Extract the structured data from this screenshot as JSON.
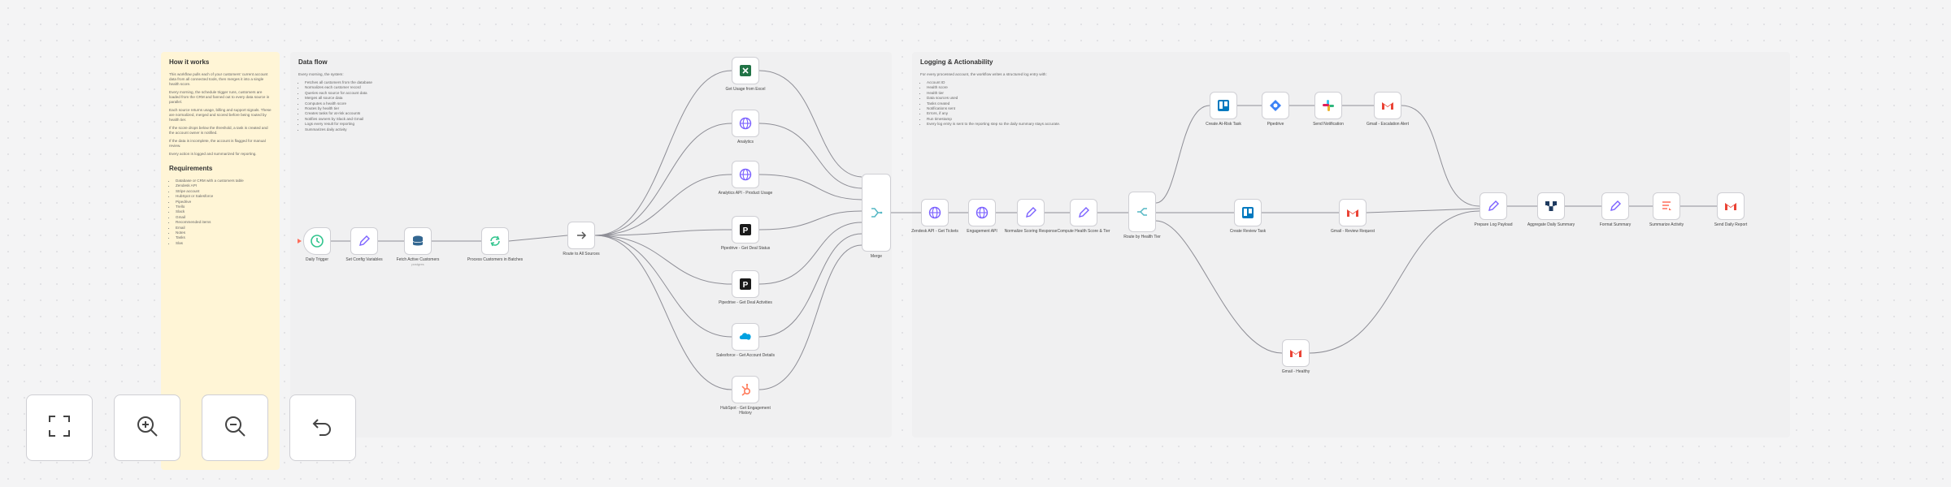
{
  "stickies": {
    "how_it_works": {
      "title": "How it works",
      "paragraphs": [
        "This workflow pulls each of your customers' current account data from all connected tools, then merges it into a single health score.",
        "Every morning, the schedule trigger runs, customers are loaded from the CRM and fanned out to every data source in parallel.",
        "Each source returns usage, billing and support signals. These are normalized, merged and scored before being routed by health tier.",
        "If the score drops below the threshold, a task is created and the account owner is notified.",
        "If the data is incomplete, the account is flagged for manual review.",
        "Every action is logged and summarized for reporting."
      ],
      "requirements_title": "Requirements",
      "requirements": [
        "Database or CRM with a customers table",
        "Zendesk API",
        "Stripe account",
        "HubSpot or Salesforce",
        "Pipedrive",
        "Trello",
        "Slack",
        "Gmail",
        "Recommended items",
        "Email",
        "Notes",
        "Tasks",
        "Slas"
      ]
    },
    "data_flow": {
      "title": "Data flow",
      "intro": "Every morning, the system:",
      "bullets": [
        "Fetches all customers from the database",
        "Normalizes each customer record",
        "Queries each source for account data",
        "Merges all source data",
        "Computes a health score",
        "Routes by health tier",
        "Creates tasks for at-risk accounts",
        "Notifies owners by Slack and Gmail",
        "Logs every result for reporting",
        "Summarizes daily activity"
      ]
    },
    "logging": {
      "title": "Logging & Actionability",
      "intro": "For every processed account, the workflow writes a structured log entry with:",
      "bullets": [
        "Account ID",
        "Health score",
        "Health tier",
        "Data sources used",
        "Tasks created",
        "Notifications sent",
        "Errors, if any",
        "Run timestamp",
        "Every log entry is sent to the reporting step so the daily summary stays accurate."
      ]
    }
  },
  "nodes": [
    {
      "id": "schedule",
      "label": "Daily Trigger",
      "sub": "",
      "icon": "clock-icon"
    },
    {
      "id": "set_config",
      "label": "Set Config Variables",
      "sub": "",
      "icon": "pencil-icon"
    },
    {
      "id": "fetch_customers",
      "label": "Fetch Active Customers",
      "sub": "postgres",
      "icon": "database-icon"
    },
    {
      "id": "batch",
      "label": "Process Customers in Batches",
      "sub": "",
      "icon": "loop-icon"
    },
    {
      "id": "fan_out",
      "label": "Route to All Sources",
      "sub": "",
      "icon": "arrow-icon"
    },
    {
      "id": "excel",
      "label": "Get Usage from Excel",
      "sub": "",
      "icon": "excel-icon"
    },
    {
      "id": "http1",
      "label": "Analytics",
      "sub": "",
      "icon": "globe-icon"
    },
    {
      "id": "http2",
      "label": "Analytics API - Product Usage",
      "sub": "",
      "icon": "globe-icon"
    },
    {
      "id": "pipedrive1",
      "label": "Pipedrive - Get Deal Status",
      "sub": "",
      "icon": "pipedrive-icon"
    },
    {
      "id": "pipedrive2",
      "label": "Pipedrive - Get Deal Activities",
      "sub": "",
      "icon": "pipedrive-icon"
    },
    {
      "id": "salesforce",
      "label": "Salesforce - Get Account Details",
      "sub": "",
      "icon": "salesforce-icon"
    },
    {
      "id": "hubspot",
      "label": "HubSpot - Get Engagement History",
      "sub": "",
      "icon": "hubspot-icon"
    },
    {
      "id": "merge",
      "label": "Merge",
      "sub": "",
      "icon": "merge-icon"
    },
    {
      "id": "http3",
      "label": "Zendesk API - Get Tickets",
      "sub": "",
      "icon": "globe-icon"
    },
    {
      "id": "http4",
      "label": "Engagement API",
      "sub": "",
      "icon": "globe-icon"
    },
    {
      "id": "normalize",
      "label": "Normalize Scoring Response",
      "sub": "",
      "icon": "pencil-icon"
    },
    {
      "id": "compute",
      "label": "Compute Health Score & Tier",
      "sub": "",
      "icon": "pencil-icon"
    },
    {
      "id": "switch",
      "label": "Route by Health Tier",
      "sub": "",
      "icon": "switch-icon"
    },
    {
      "id": "trello1",
      "label": "Create At-Risk Task",
      "sub": "",
      "icon": "trello-icon"
    },
    {
      "id": "pipedrive3",
      "label": "Pipedrive",
      "sub": "",
      "icon": "pipedrive-alt-icon"
    },
    {
      "id": "slack",
      "label": "Send Notification",
      "sub": "",
      "icon": "slack-icon"
    },
    {
      "id": "gmail1",
      "label": "Gmail - Escalation Alert",
      "sub": "",
      "icon": "gmail-icon"
    },
    {
      "id": "trello2",
      "label": "Create Review Task",
      "sub": "",
      "icon": "trello-icon"
    },
    {
      "id": "gmail2",
      "label": "Gmail - Review Request",
      "sub": "",
      "icon": "gmail-icon"
    },
    {
      "id": "gmail3",
      "label": "Gmail - Healthy",
      "sub": "",
      "icon": "gmail-icon"
    },
    {
      "id": "log",
      "label": "Prepare Log Payload",
      "sub": "",
      "icon": "pencil-icon"
    },
    {
      "id": "aggregate",
      "label": "Aggregate Daily Summary",
      "sub": "",
      "icon": "aggregate-icon"
    },
    {
      "id": "format",
      "label": "Format Summary",
      "sub": "",
      "icon": "pencil-icon"
    },
    {
      "id": "summarize",
      "label": "Summarize Activity",
      "sub": "",
      "icon": "summarize-icon"
    },
    {
      "id": "gmail4",
      "label": "Send Daily Report",
      "sub": "",
      "icon": "gmail-icon"
    }
  ],
  "controls": [
    {
      "id": "fit",
      "label": "Fit view",
      "icon": "fit-view-icon"
    },
    {
      "id": "zoom_in",
      "label": "Zoom in",
      "icon": "zoom-in-icon"
    },
    {
      "id": "zoom_out",
      "label": "Zoom out",
      "icon": "zoom-out-icon"
    },
    {
      "id": "reset",
      "label": "Reset zoom",
      "icon": "undo-icon"
    }
  ],
  "colors": {
    "accent": "#ff6d5a",
    "sticky_yellow": "#fff5d6",
    "sticky_gray": "#f0f0f1",
    "edge": "#8e8e96",
    "node_border": "#cfcfd4",
    "excel_green": "#217346",
    "http_purple": "#7b61ff",
    "salesforce_blue": "#00a1e0",
    "hubspot_orange": "#ff7a59",
    "trello_blue": "#0079bf",
    "gmail_red": "#ea4335",
    "merge_teal": "#54b7c4"
  }
}
